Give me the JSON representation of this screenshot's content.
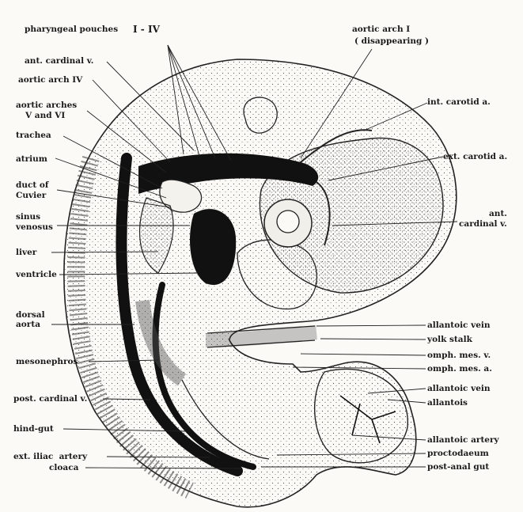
{
  "labels": {
    "pharyngeal_pouches": "pharyngeal pouches",
    "roman": "I - IV",
    "ant_cardinal_v": "ant. cardinal v.",
    "aortic_arch_iv": "aortic arch IV",
    "aortic_arches_1": "aortic arches",
    "aortic_arches_2": "V and VI",
    "trachea": "trachea",
    "atrium": "atrium",
    "duct_1": "duct of",
    "duct_2": "Cuvier",
    "sinus_1": "sinus",
    "sinus_2": "venosus",
    "liver": "liver",
    "ventricle": "ventricle",
    "dorsal_1": "dorsal",
    "dorsal_2": "aorta",
    "mesonephros": "mesonephros",
    "post_cardinal_v": "post. cardinal v.",
    "hind_gut": "hind-gut",
    "ext_iliac": "ext. iliac  artery",
    "cloaca": "cloaca",
    "aortic_arch_i_1": "aortic arch I",
    "aortic_arch_i_2": "( disappearing )",
    "int_carotid": "int. carotid a.",
    "ext_carotid": "ext. carotid a.",
    "ant_cardinal_r1": "ant.",
    "ant_cardinal_r2": "cardinal v.",
    "allantoic_vein": "allantoic vein",
    "yolk_stalk": "yolk stalk",
    "omph_mes_v": "omph. mes. v.",
    "omph_mes_a": "omph. mes. a.",
    "allantoic_vein_2": "allantoic vein",
    "allantois": "allantois",
    "allantoic_artery": "allantoic artery",
    "proctodaeum": "proctodaeum",
    "post_anal_gut": "post-anal gut"
  }
}
